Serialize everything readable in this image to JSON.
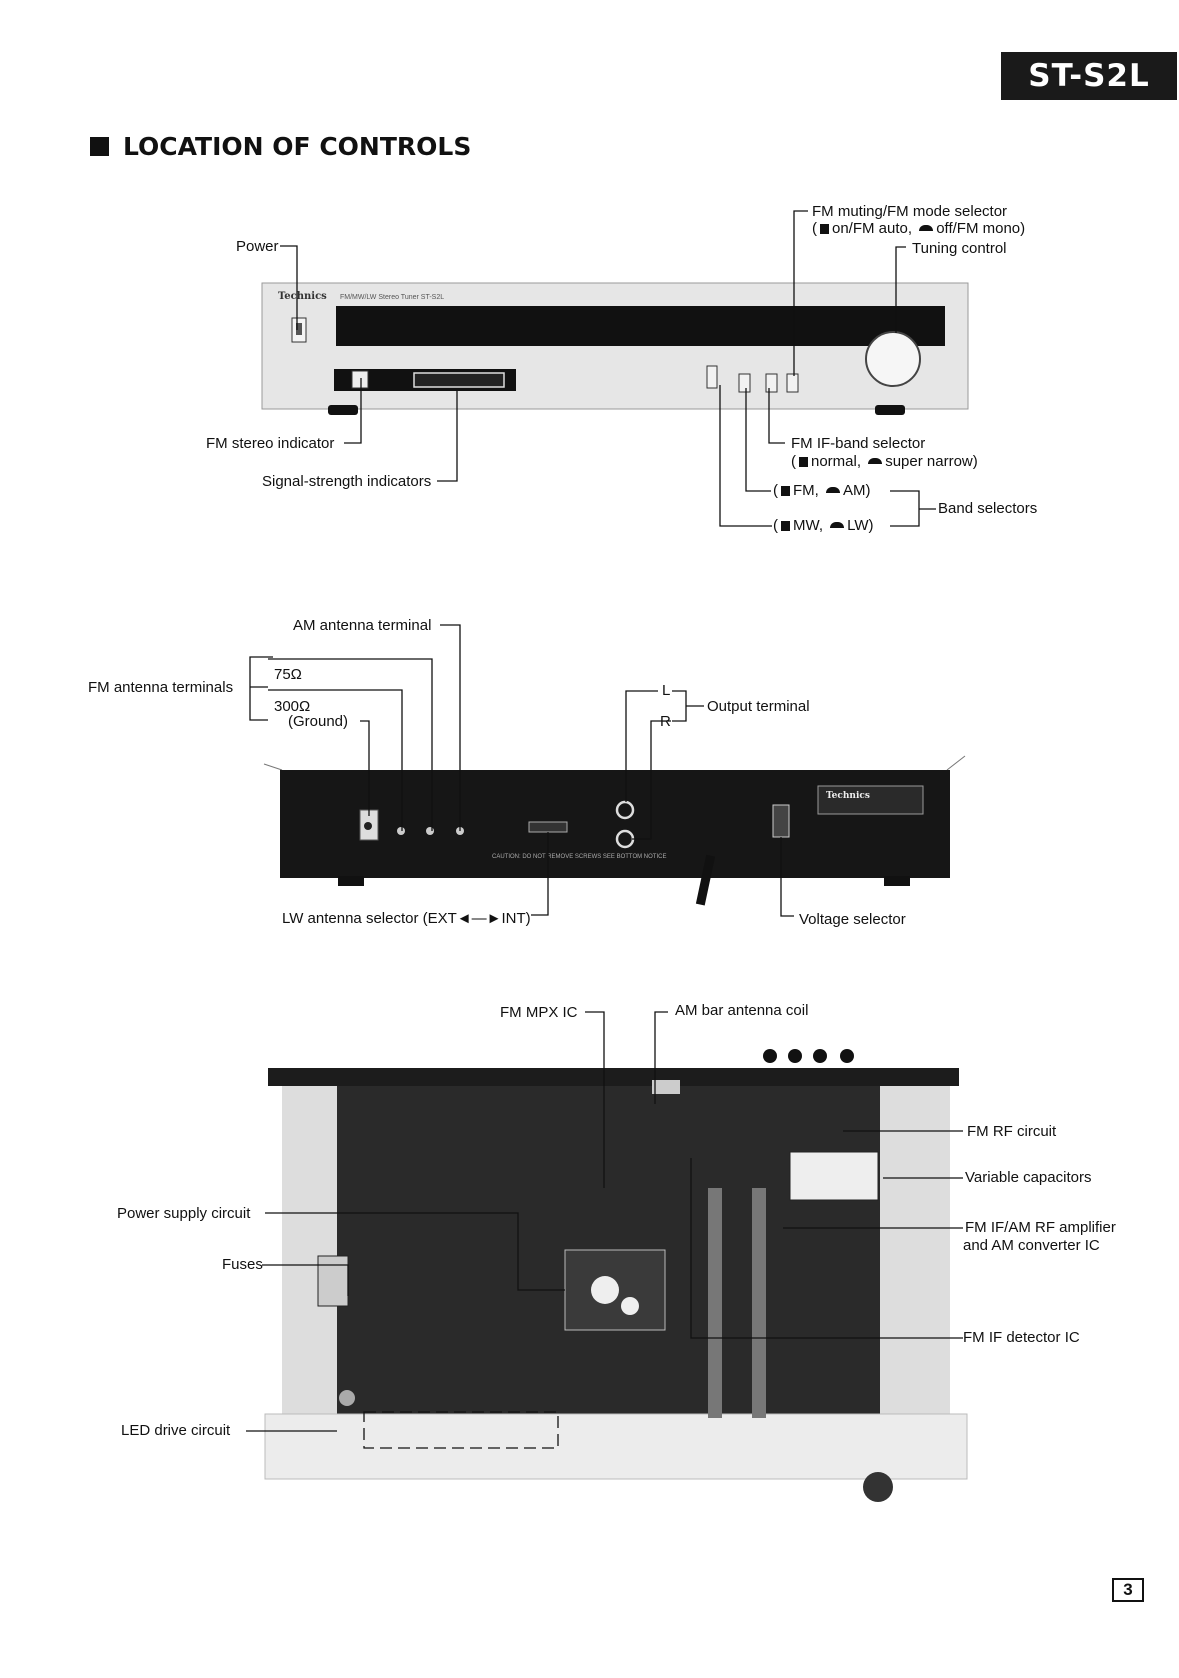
{
  "model": "ST-S2L",
  "heading": "LOCATION OF CONTROLS",
  "front": {
    "power": "Power",
    "fm_muting": "FM muting/FM mode selector",
    "fm_muting_opts": [
      "on/FM auto,",
      "off/FM mono)"
    ],
    "tuning": "Tuning control",
    "stereo_ind": "FM stereo indicator",
    "signal_ind": "Signal-strength indicators",
    "if_band": "FM IF-band selector",
    "if_band_opts": [
      "normal,",
      "super narrow)"
    ],
    "band1": [
      "FM,",
      "AM)"
    ],
    "band2": [
      "MW,",
      "LW)"
    ],
    "band_selectors": "Band selectors",
    "brand": "Technics",
    "panel_text": "FM/MW/LW Stereo Tuner ST-S2L"
  },
  "rear": {
    "am_terminal": "AM antenna terminal",
    "fm_terminals": "FM antenna terminals",
    "ohm75": "75Ω",
    "ohm300": "300Ω",
    "ground": "(Ground)",
    "L": "L",
    "R": "R",
    "output": "Output terminal",
    "lw_selector": "LW antenna selector (EXT◄—►INT)",
    "voltage": "Voltage selector",
    "brand": "Technics",
    "caution": "CAUTION: DO NOT REMOVE SCREWS SEE BOTTOM NOTICE"
  },
  "inside": {
    "fm_mpx": "FM MPX IC",
    "am_bar": "AM bar antenna coil",
    "fm_rf": "FM RF circuit",
    "var_cap": "Variable capacitors",
    "fm_if_am_rf": "FM IF/AM RF amplifier",
    "fm_if_am_rf2": "and AM converter IC",
    "power_supply": "Power supply circuit",
    "fuses": "Fuses",
    "fm_if_det": "FM IF detector IC",
    "led_drive": "LED drive circuit"
  },
  "page": "3"
}
